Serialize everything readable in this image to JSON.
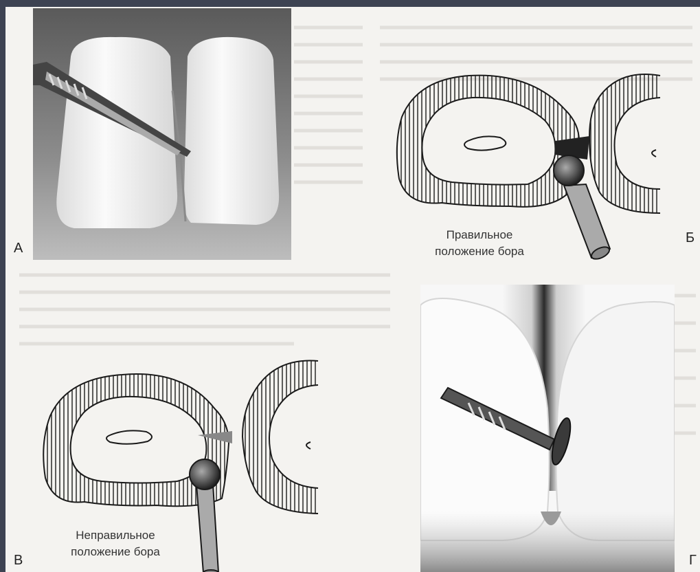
{
  "panels": {
    "a": {
      "letter": "А"
    },
    "b": {
      "letter": "Б",
      "caption_line1": "Правильное",
      "caption_line2": "положение бора"
    },
    "v": {
      "letter": "В",
      "caption_line1": "Неправильное",
      "caption_line2": "положение бора"
    },
    "g": {
      "letter": "Г"
    }
  },
  "colors": {
    "slide_background": "#3d4352",
    "paper": "#f4f3f0",
    "ink": "#1a1a1a"
  }
}
